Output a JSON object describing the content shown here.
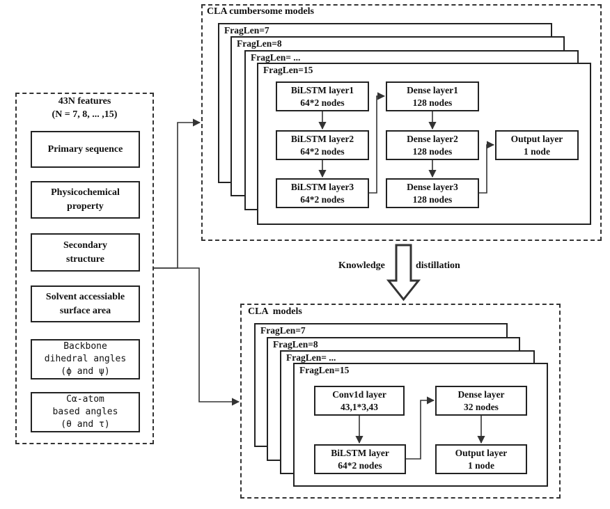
{
  "features_box": {
    "title": "43N features",
    "subtitle": "(N = 7, 8, ... ,15)",
    "items": [
      {
        "l1": "Primary sequence",
        "l2": ""
      },
      {
        "l1": "Physicochemical",
        "l2": "property"
      },
      {
        "l1": "Secondary",
        "l2": "structure"
      },
      {
        "l1": "Solvent accessiable",
        "l2": "surface area"
      },
      {
        "l1": "Backbone",
        "l2": "dihedral angles",
        "l3": "(ϕ and ψ)"
      },
      {
        "l1": "Cα-atom",
        "l2": "based angles",
        "l3": "(θ and τ)"
      }
    ]
  },
  "top_group": {
    "title": "CLA cumbersome models",
    "frag_labels": [
      "FragLen=7",
      "FragLen=8",
      "FragLen= ...",
      "FragLen=15"
    ],
    "layers": {
      "bilstm1": {
        "name": "BiLSTM layer1",
        "nodes": "64*2 nodes"
      },
      "bilstm2": {
        "name": "BiLSTM layer2",
        "nodes": "64*2 nodes"
      },
      "bilstm3": {
        "name": "BiLSTM layer3",
        "nodes": "64*2 nodes"
      },
      "dense1": {
        "name": "Dense layer1",
        "nodes": "128 nodes"
      },
      "dense2": {
        "name": "Dense layer2",
        "nodes": "128 nodes"
      },
      "dense3": {
        "name": "Dense layer3",
        "nodes": "128 nodes"
      },
      "output": {
        "name": "Output layer",
        "nodes": "1 node"
      }
    }
  },
  "distillation": {
    "left": "Knowledge",
    "right": "distillation"
  },
  "bottom_group": {
    "title": "CLA  models",
    "frag_labels": [
      "FragLen=7",
      "FragLen=8",
      "FragLen= ...",
      "FragLen=15"
    ],
    "layers": {
      "conv": {
        "name": "Conv1d layer",
        "nodes": "43,1*3,43"
      },
      "bilstm": {
        "name": "BiLSTM layer",
        "nodes": "64*2 nodes"
      },
      "dense": {
        "name": "Dense layer",
        "nodes": "32 nodes"
      },
      "output": {
        "name": "Output layer",
        "nodes": "1 node"
      }
    }
  }
}
